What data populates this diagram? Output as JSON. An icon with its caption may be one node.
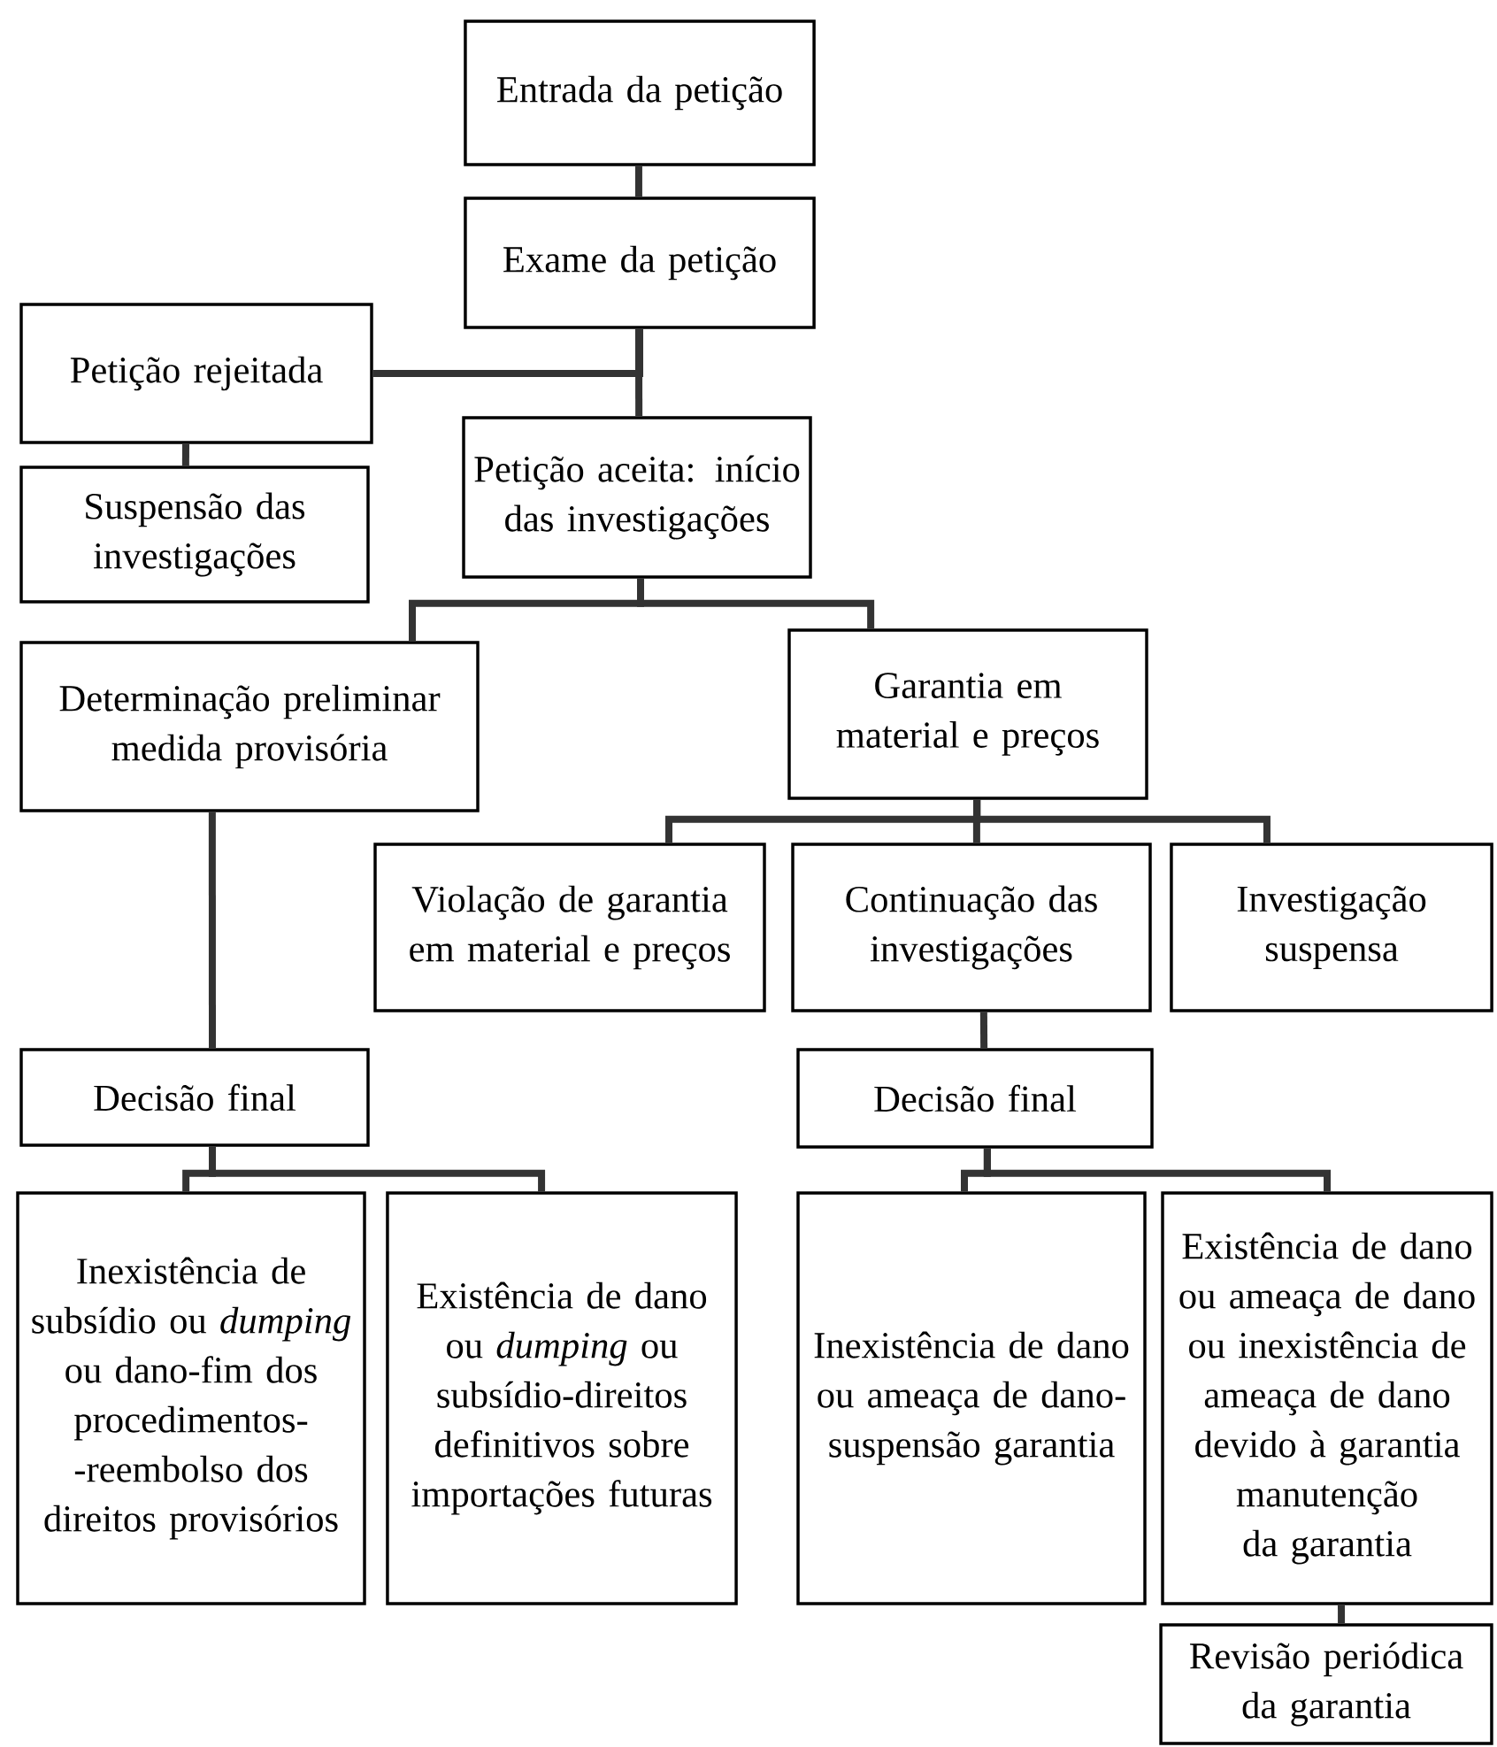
{
  "diagram": {
    "nodes": [
      {
        "text": [
          "Entrada da petição"
        ]
      },
      {
        "text": [
          "Exame da petição"
        ]
      },
      {
        "text": [
          "Petição rejeitada"
        ]
      },
      {
        "text": [
          "Petição aceita: início das investigações"
        ]
      },
      {
        "text": [
          "Suspensão das investigações"
        ]
      },
      {
        "text": [
          "Determinação preliminar medida provisória"
        ]
      },
      {
        "text": [
          "Garantia em material e preços"
        ]
      },
      {
        "text": [
          "Violação de garantia em material e preços"
        ]
      },
      {
        "text": [
          "Continuação das investigações"
        ]
      },
      {
        "text": [
          "Investigação suspensa"
        ]
      },
      {
        "text": [
          "Decisão final"
        ]
      },
      {
        "text": [
          "Decisão final"
        ]
      },
      {
        "text": [
          "Inexistência de subsídio ou *dumping* ou dano-fim dos procedimentos- -reembolso dos direitos provisórios"
        ]
      },
      {
        "text": [
          "Existência de dano ou *dumping* ou subsídio-direitos definitivos sobre importações futuras"
        ]
      },
      {
        "text": [
          "Inexistência de dano ou ameaça de dano-suspensão garantia"
        ]
      },
      {
        "text": [
          "Existência de dano ou ameaça de dano ou inexistência de ameaça de dano devido à garantia manutenção da garantia"
        ]
      },
      {
        "text": [
          "Revisão periódica da garantia"
        ]
      }
    ],
    "edges": [
      {
        "from": 0,
        "to": 1,
        "arrow": "none"
      },
      {
        "from": 1,
        "to": 2,
        "arrow": "none"
      },
      {
        "from": 1,
        "to": 3,
        "arrow": "none"
      },
      {
        "from": 2,
        "to": 4,
        "arrow": "none"
      },
      {
        "from": 3,
        "to": 5,
        "arrow": "none"
      },
      {
        "from": 3,
        "to": 6,
        "arrow": "none"
      },
      {
        "from": 5,
        "to": 10,
        "arrow": "none"
      },
      {
        "from": 6,
        "to": 7,
        "arrow": "none"
      },
      {
        "from": 6,
        "to": 8,
        "arrow": "none"
      },
      {
        "from": 6,
        "to": 9,
        "arrow": "none"
      },
      {
        "from": 8,
        "to": 11,
        "arrow": "none"
      },
      {
        "from": 10,
        "to": 12,
        "arrow": "none"
      },
      {
        "from": 10,
        "to": 13,
        "arrow": "none"
      },
      {
        "from": 11,
        "to": 14,
        "arrow": "none"
      },
      {
        "from": 11,
        "to": 15,
        "arrow": "none"
      },
      {
        "from": 15,
        "to": 16,
        "arrow": "none"
      }
    ]
  }
}
